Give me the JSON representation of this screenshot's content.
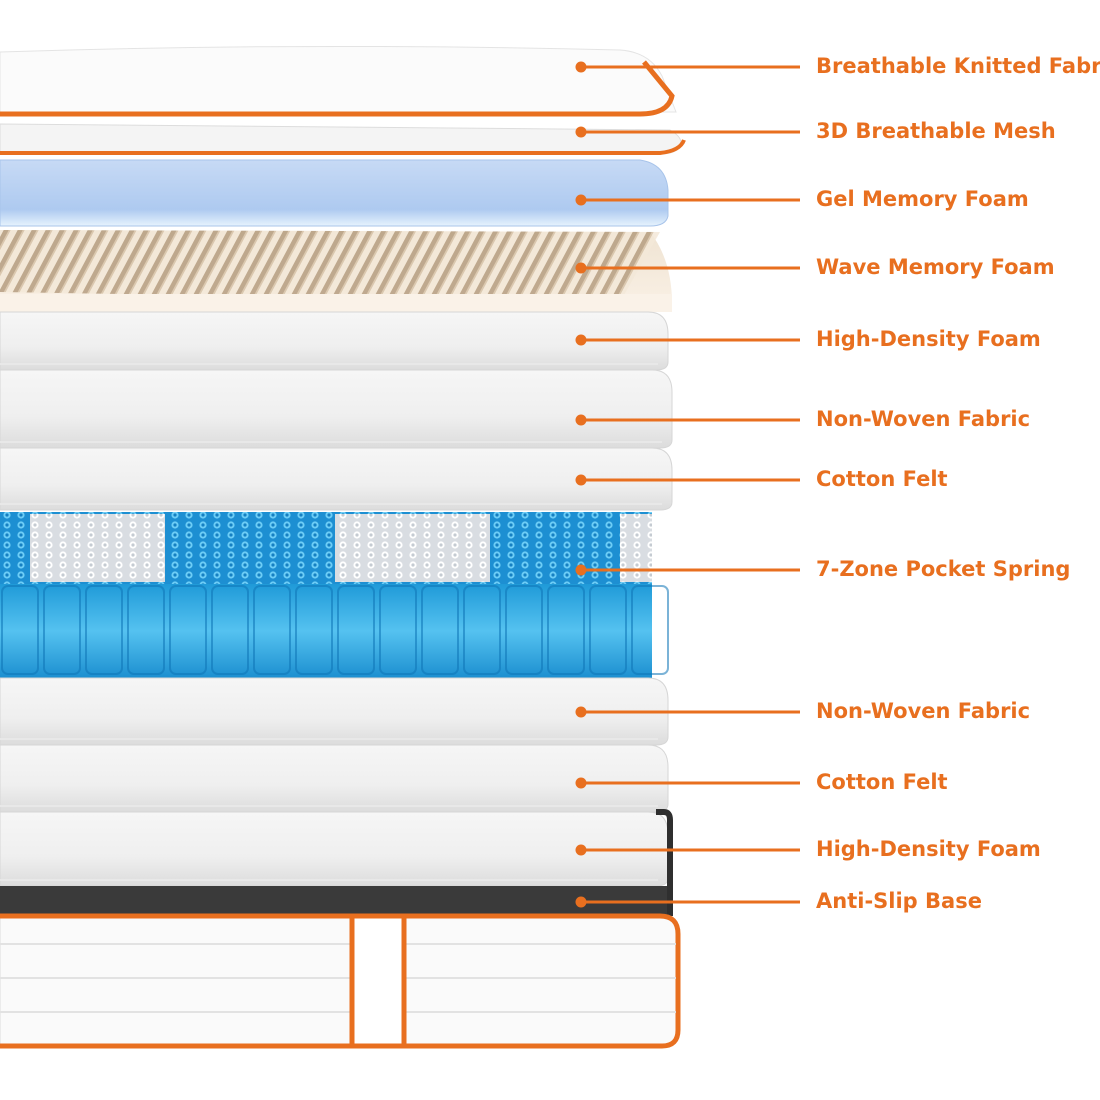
{
  "diagram": {
    "accent_color": "#E86F1F",
    "layers": [
      {
        "label": "Breathable Knitted Fabric",
        "kind": "knit-top"
      },
      {
        "label": "3D Breathable Mesh",
        "kind": "mesh"
      },
      {
        "label": "Gel Memory Foam",
        "kind": "gel"
      },
      {
        "label": "Wave Memory Foam",
        "kind": "wave"
      },
      {
        "label": "High-Density Foam",
        "kind": "white-slab"
      },
      {
        "label": "Non-Woven Fabric",
        "kind": "white-slab"
      },
      {
        "label": "Cotton Felt",
        "kind": "white-slab"
      },
      {
        "label": "7-Zone Pocket Spring",
        "kind": "springs"
      },
      {
        "label": "Non-Woven Fabric",
        "kind": "white-slab"
      },
      {
        "label": "Cotton Felt",
        "kind": "white-slab"
      },
      {
        "label": "High-Density Foam",
        "kind": "white-slab"
      },
      {
        "label": "Anti-Slip Base",
        "kind": "base"
      }
    ],
    "spring_zones": [
      "blue",
      "white",
      "blue",
      "white",
      "blue",
      "white",
      "blue"
    ]
  }
}
